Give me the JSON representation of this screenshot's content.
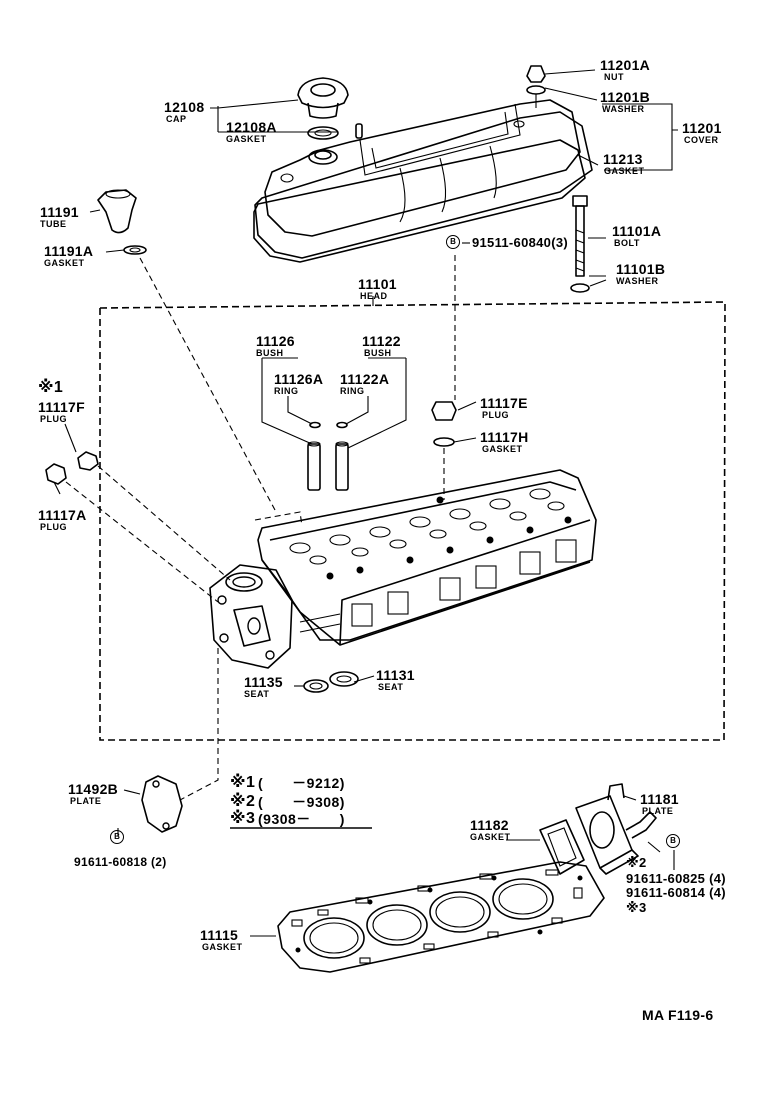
{
  "labels": {
    "p11201A": {
      "num": "11201A",
      "name": "NUT"
    },
    "p11201B": {
      "num": "11201B",
      "name": "WASHER"
    },
    "p11201": {
      "num": "11201",
      "name": "COVER"
    },
    "p11213": {
      "num": "11213",
      "name": "GASKET"
    },
    "p12108": {
      "num": "12108",
      "name": "CAP"
    },
    "p12108A": {
      "num": "12108A",
      "name": "GASKET"
    },
    "p11191": {
      "num": "11191",
      "name": "TUBE"
    },
    "p11191A": {
      "num": "11191A",
      "name": "GASKET"
    },
    "p91511": {
      "num": "91511-60840(3)"
    },
    "p11101A": {
      "num": "11101A",
      "name": "BOLT"
    },
    "p11101B": {
      "num": "11101B",
      "name": "WASHER"
    },
    "p11101": {
      "num": "11101",
      "name": "HEAD"
    },
    "p11126": {
      "num": "11126",
      "name": "BUSH"
    },
    "p11122": {
      "num": "11122",
      "name": "BUSH"
    },
    "p11126A": {
      "num": "11126A",
      "name": "RING"
    },
    "p11122A": {
      "num": "11122A",
      "name": "RING"
    },
    "p11117F": {
      "mark": "※1",
      "num": "11117F",
      "name": "PLUG"
    },
    "p11117E": {
      "num": "11117E",
      "name": "PLUG"
    },
    "p11117H": {
      "num": "11117H",
      "name": "GASKET"
    },
    "p11117A": {
      "num": "11117A",
      "name": "PLUG"
    },
    "p11135": {
      "num": "11135",
      "name": "SEAT"
    },
    "p11131": {
      "num": "11131",
      "name": "SEAT"
    },
    "p11492B": {
      "num": "11492B",
      "name": "PLATE"
    },
    "p91611a": {
      "num": "91611-60818 (2)"
    },
    "p11182": {
      "num": "11182",
      "name": "GASKET"
    },
    "p11181": {
      "num": "11181",
      "name": "PLATE"
    },
    "p91611b": {
      "mark": "※2",
      "num1": "91611-60825 (4)",
      "num2": "91611-60814 (4)",
      "mark2": "※3"
    },
    "p11115": {
      "num": "11115",
      "name": "GASKET"
    }
  },
  "bolt_marker": "B",
  "legend": [
    {
      "mark": "※1",
      "range": "(　　－9212)"
    },
    {
      "mark": "※2",
      "range": "(　　－9308)"
    },
    {
      "mark": "※3",
      "range": "(9308－　　)"
    }
  ],
  "footer_code": "MA F119-6"
}
